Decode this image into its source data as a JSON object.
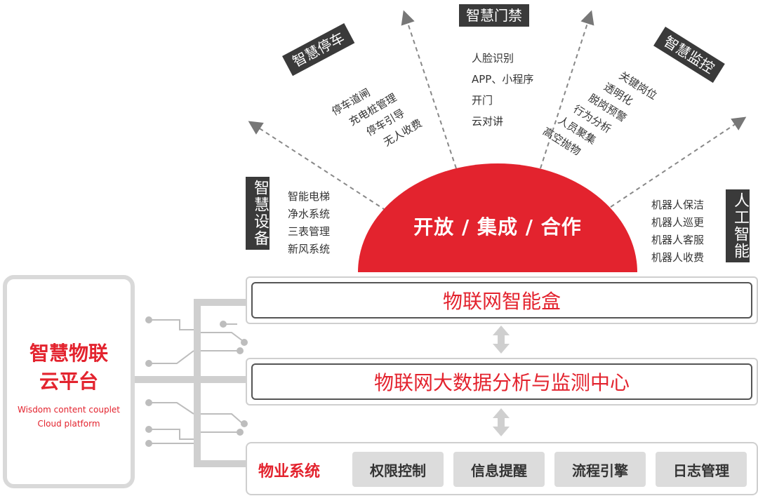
{
  "center": {
    "title": "开放 / 集成 / 合作"
  },
  "categories": {
    "parking": {
      "tag": "智慧停车",
      "items": [
        "停车道闸",
        "充电桩管理",
        "停车引导",
        "无人收费"
      ]
    },
    "access": {
      "tag": "智慧门禁",
      "items": [
        "人脸识别",
        "APP、小程序",
        "开门",
        "云对讲"
      ]
    },
    "monitor": {
      "tag": "智慧监控",
      "items": [
        "关键岗位",
        "透明化",
        "脱岗预警",
        "行为分析",
        "人员聚集",
        "高空抛物"
      ]
    },
    "devices": {
      "tag": "智慧设备",
      "items": [
        "智能电梯",
        "净水系统",
        "三表管理",
        "新风系统"
      ]
    },
    "ai": {
      "tag": "人工智能",
      "items": [
        "机器人保洁",
        "机器人巡更",
        "机器人客服",
        "机器人收费"
      ]
    }
  },
  "left_panel": {
    "title_line1": "智慧物联",
    "title_line2": "云平台",
    "sub_line1": "Wisdom content couplet",
    "sub_line2": "Cloud platform"
  },
  "layers": {
    "box": "物联网智能盒",
    "center": "物联网大数据分析与监测中心"
  },
  "property": {
    "label": "物业系统",
    "modules": [
      "权限控制",
      "信息提醒",
      "流程引擎",
      "日志管理"
    ]
  },
  "colors": {
    "accent": "#e3232e",
    "dark": "#3a3a3a",
    "gray": "#d9d9d9"
  }
}
